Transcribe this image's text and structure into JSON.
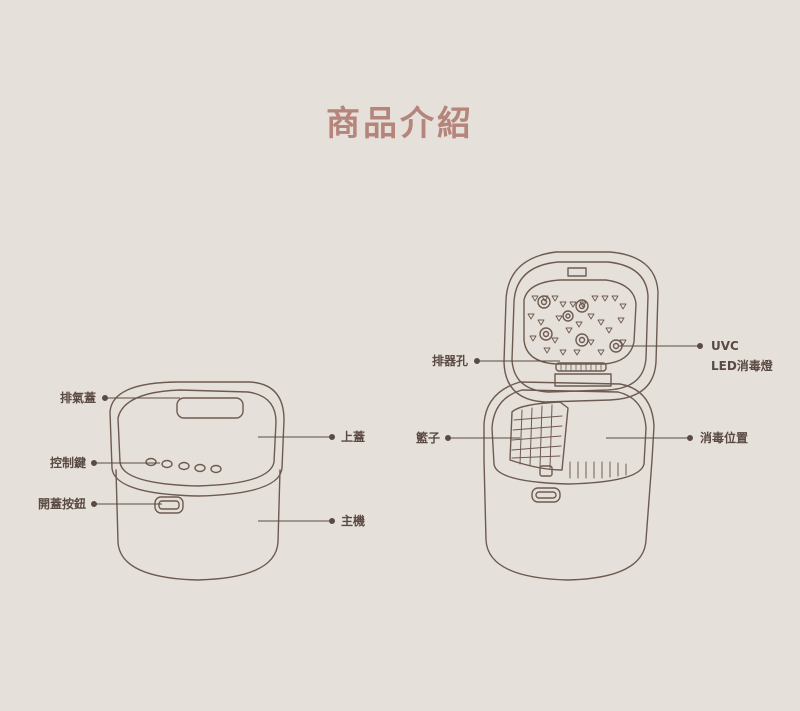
{
  "page": {
    "title": "商品介紹"
  },
  "colors": {
    "background": "#e5e1da",
    "title": "#b5847b",
    "line": "#6e5a50",
    "label": "#5a4a43"
  },
  "left_product": {
    "labels": {
      "vent_cover": "排氣蓋",
      "control_keys": "控制鍵",
      "lid_open_button": "開蓋按鈕",
      "top_lid": "上蓋",
      "main_body": "主機"
    }
  },
  "right_product": {
    "labels": {
      "exhaust_hole": "排器孔",
      "uvc_line1": "UVC",
      "uvc_line2": "LED消毒燈",
      "basket": "籃子",
      "sterilize_position": "消毒位置"
    }
  }
}
